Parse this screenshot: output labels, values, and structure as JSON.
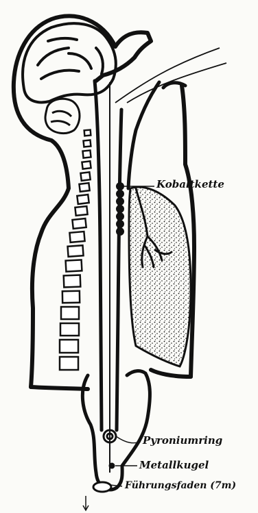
{
  "labels": {
    "kobaltkette": "Kobaltkette",
    "pyroniumring": "Pyroniumring",
    "metallkugel": "Metallkugel",
    "fuehrungsfaden": "Führungsfaden (7m)"
  },
  "colors": {
    "ink": "#111111",
    "paper": "#fbfbf8"
  }
}
